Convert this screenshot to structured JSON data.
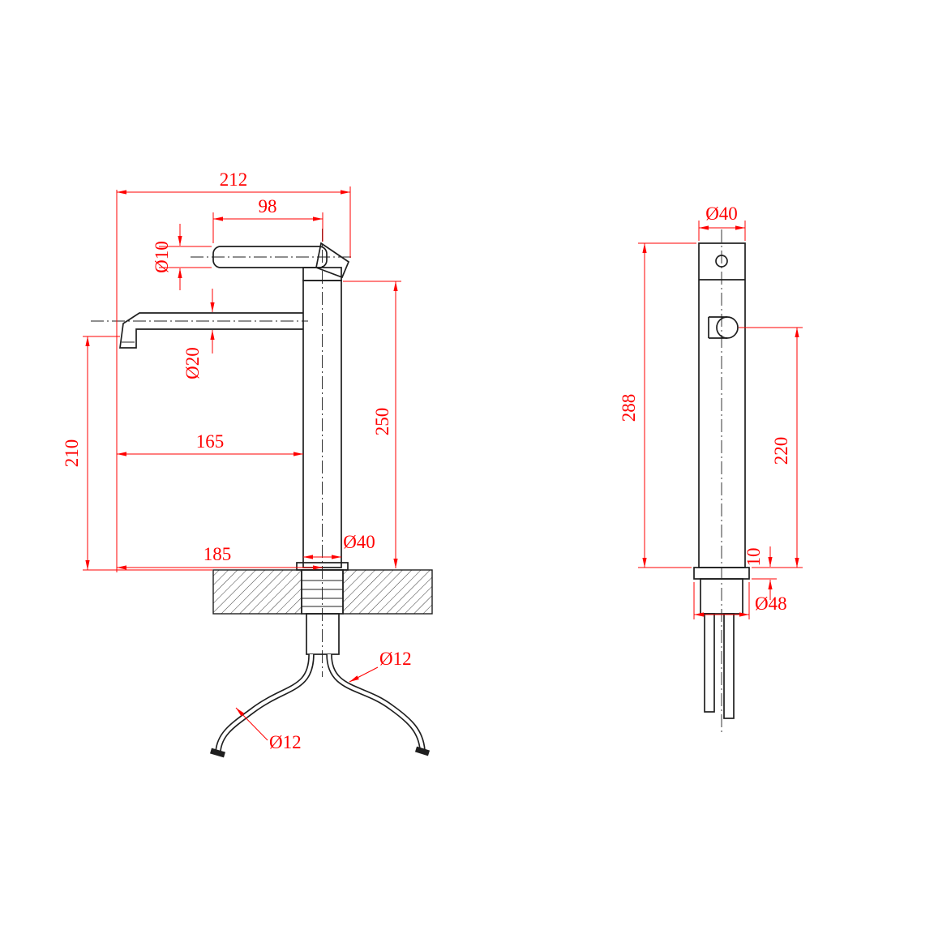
{
  "drawing": {
    "type": "technical-dimension-drawing",
    "subject": "tall single-lever basin mixer tap, front and side views",
    "colors": {
      "outline": "#1f1f1f",
      "dimension": "#ff0000",
      "background": "#ffffff"
    }
  },
  "front_view": {
    "dims": {
      "overall_width": "212",
      "handle_length": "98",
      "handle_dia": "Ø10",
      "spout_dia": "Ø20",
      "spout_reach": "165",
      "height_to_spout": "210",
      "body_height": "250",
      "body_dia": "Ø40",
      "reach_to_axis": "185",
      "hose_dia_right": "Ø12",
      "hose_dia_left": "Ø12"
    }
  },
  "side_view": {
    "dims": {
      "body_dia": "Ø40",
      "overall_height": "288",
      "spout_to_base": "220",
      "flange_thickness": "10",
      "flange_dia": "Ø48"
    }
  }
}
